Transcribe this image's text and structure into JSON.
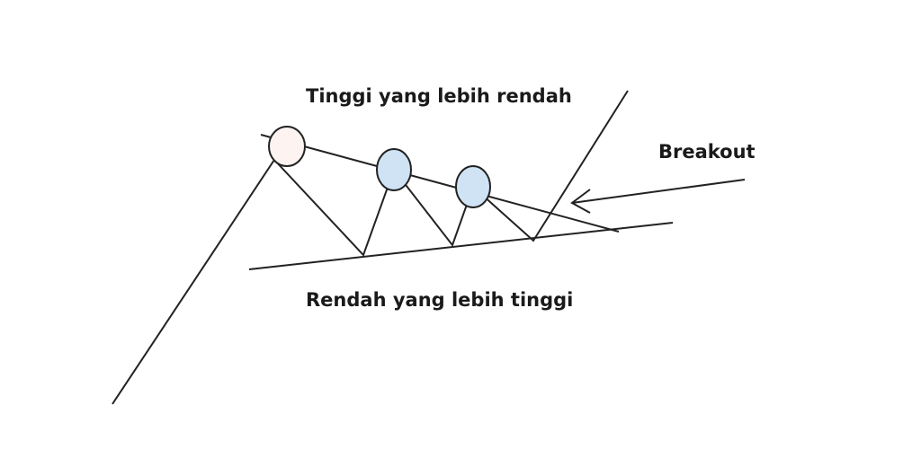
{
  "labels": {
    "top": "Tinggi yang lebih rendah",
    "bottom": "Rendah yang lebih tinggi",
    "breakout": "Breakout"
  },
  "colors": {
    "line": "#222222",
    "first_high_fill": "#fdf4f2",
    "lower_high_fill": "#cfe3f5"
  }
}
